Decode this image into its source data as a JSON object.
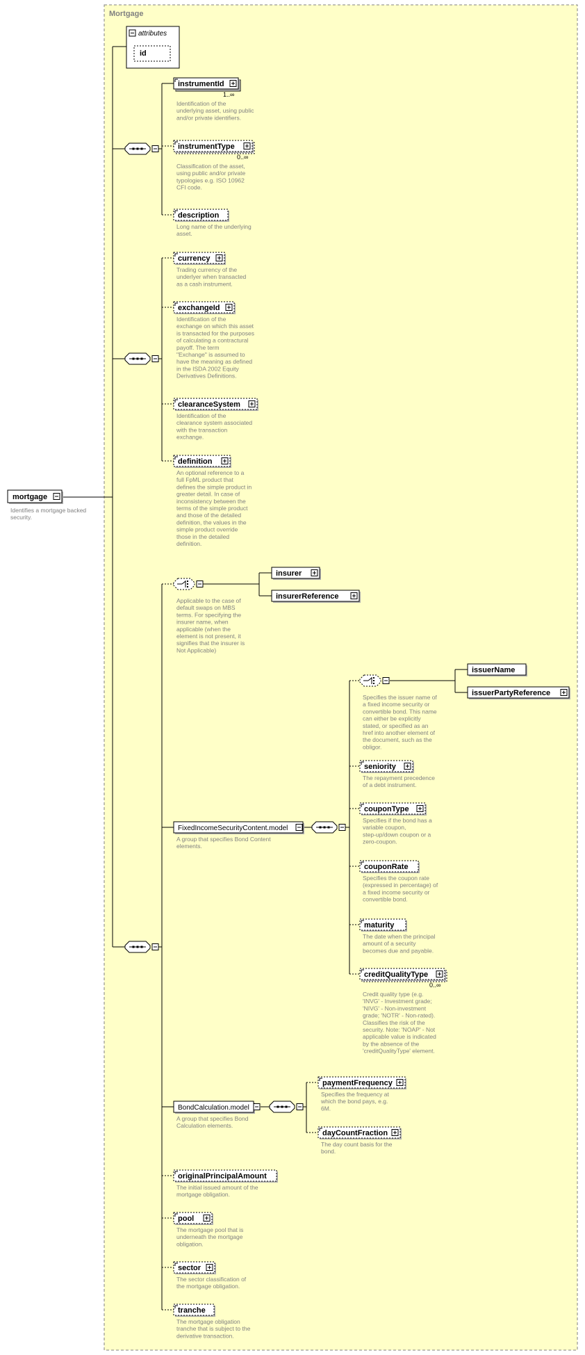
{
  "colors": {
    "container_fill": "#ffffc8",
    "box_fill": "#ffffff",
    "shadow": "#b0b0b0",
    "doc_text": "#808080",
    "line": "#000000"
  },
  "complex_type": {
    "title": "Mortgage"
  },
  "attributes": {
    "header": "attributes",
    "items": [
      "id"
    ]
  },
  "root": {
    "name": "mortgage",
    "doc": [
      "Identifies a mortgage backed",
      "security."
    ]
  },
  "elements": {
    "instrumentId": {
      "name": "instrumentId",
      "occurs": "1..∞",
      "doc": [
        "Identification of the",
        "underlying asset, using public",
        "and/or private identifiers."
      ]
    },
    "instrumentType": {
      "name": "instrumentType",
      "occurs": "0..∞",
      "doc": [
        "Classification of the asset,",
        "using public and/or private",
        "typologies e.g. ISO 10962",
        "CFI code."
      ]
    },
    "description": {
      "name": "description",
      "doc": [
        "Long name of the underlying",
        "asset."
      ]
    },
    "currency": {
      "name": "currency",
      "doc": [
        "Trading currency of the",
        "underlyer when transacted",
        "as a cash instrument."
      ]
    },
    "exchangeId": {
      "name": "exchangeId",
      "doc": [
        "Identification of the",
        "exchange on which this asset",
        "is transacted for the purposes",
        "of calculating a contractural",
        "payoff. The term",
        "\"Exchange\" is assumed to",
        "have the meaning as defined",
        "in the ISDA 2002 Equity",
        "Derivatives Definitions."
      ]
    },
    "clearanceSystem": {
      "name": "clearanceSystem",
      "doc": [
        "Identification of the",
        "clearance system associated",
        "with the transaction",
        "exchange."
      ]
    },
    "definition": {
      "name": "definition",
      "doc": [
        "An optional reference to a",
        "full FpML product that",
        "defines the simple product in",
        "greater detail. In case of",
        "inconsistency between the",
        "terms of the simple product",
        "and those of the detailed",
        "definition, the values in the",
        "simple product override",
        "those in the detailed",
        "definition."
      ]
    },
    "insurerChoice": {
      "doc": [
        "Applicable to the case of",
        "default swaps on MBS",
        "terms. For specifying the",
        "insurer name, when",
        "applicable (when the",
        "element is not present, it",
        "signifies that the insurer is",
        "Not Applicable)"
      ]
    },
    "insurer": {
      "name": "insurer"
    },
    "insurerReference": {
      "name": "insurerReference"
    },
    "fixedIncomeGroup": {
      "name": "FixedIncomeSecurityContent.model",
      "doc": [
        "A group that specifies Bond Content",
        "elements."
      ]
    },
    "issuerChoice": {
      "doc": [
        "Specifies the issuer name of",
        "a fixed income security or",
        "convertible bond. This name",
        "can either be explicitly",
        "stated, or specified as an",
        "href into another element of",
        "the document, such as the",
        "obligor."
      ]
    },
    "issuerName": {
      "name": "issuerName"
    },
    "issuerPartyReference": {
      "name": "issuerPartyReference"
    },
    "seniority": {
      "name": "seniority",
      "doc": [
        "The repayment precedence",
        "of a debt instrument."
      ]
    },
    "couponType": {
      "name": "couponType",
      "doc": [
        "Specifies if the bond has a",
        "variable coupon,",
        "step-up/down coupon or a",
        "zero-coupon."
      ]
    },
    "couponRate": {
      "name": "couponRate",
      "doc": [
        "Specifies the coupon rate",
        "(expressed in percentage) of",
        "a fixed income security or",
        "convertible bond."
      ]
    },
    "maturity": {
      "name": "maturity",
      "doc": [
        "The date when the principal",
        "amount of a security",
        "becomes due and payable."
      ]
    },
    "creditQualityType": {
      "name": "creditQualityType",
      "occurs": "0..∞",
      "doc": [
        "Credit quality type (e.g.",
        "'INVG' - Investment grade;",
        "'NIVG' - Non-investment",
        "grade; 'NOTR' - Non-rated).",
        "Classifies the risk of the",
        "security. Note: 'NOAP' - Not",
        "applicable value is indicated",
        "by the absence of the",
        "'creditQualityType' element."
      ]
    },
    "bondCalcGroup": {
      "name": "BondCalculation.model",
      "doc": [
        "A group that specifies Bond",
        "Calculation elements."
      ]
    },
    "paymentFrequency": {
      "name": "paymentFrequency",
      "doc": [
        "Specifies the frequency at",
        "which the bond pays, e.g.",
        "6M."
      ]
    },
    "dayCountFraction": {
      "name": "dayCountFraction",
      "doc": [
        "The day count basis for the",
        "bond."
      ]
    },
    "originalPrincipalAmount": {
      "name": "originalPrincipalAmount",
      "doc": [
        "The initial issued amount of the",
        "mortgage obligation."
      ]
    },
    "pool": {
      "name": "pool",
      "doc": [
        "The mortgage pool that is",
        "underneath the mortgage",
        "obligation."
      ]
    },
    "sector": {
      "name": "sector",
      "doc": [
        "The sector classification of",
        "the mortgage obligation."
      ]
    },
    "tranche": {
      "name": "tranche",
      "doc": [
        "The mortgage obligation",
        "tranche that is subject to the",
        "derivative transaction."
      ]
    }
  }
}
